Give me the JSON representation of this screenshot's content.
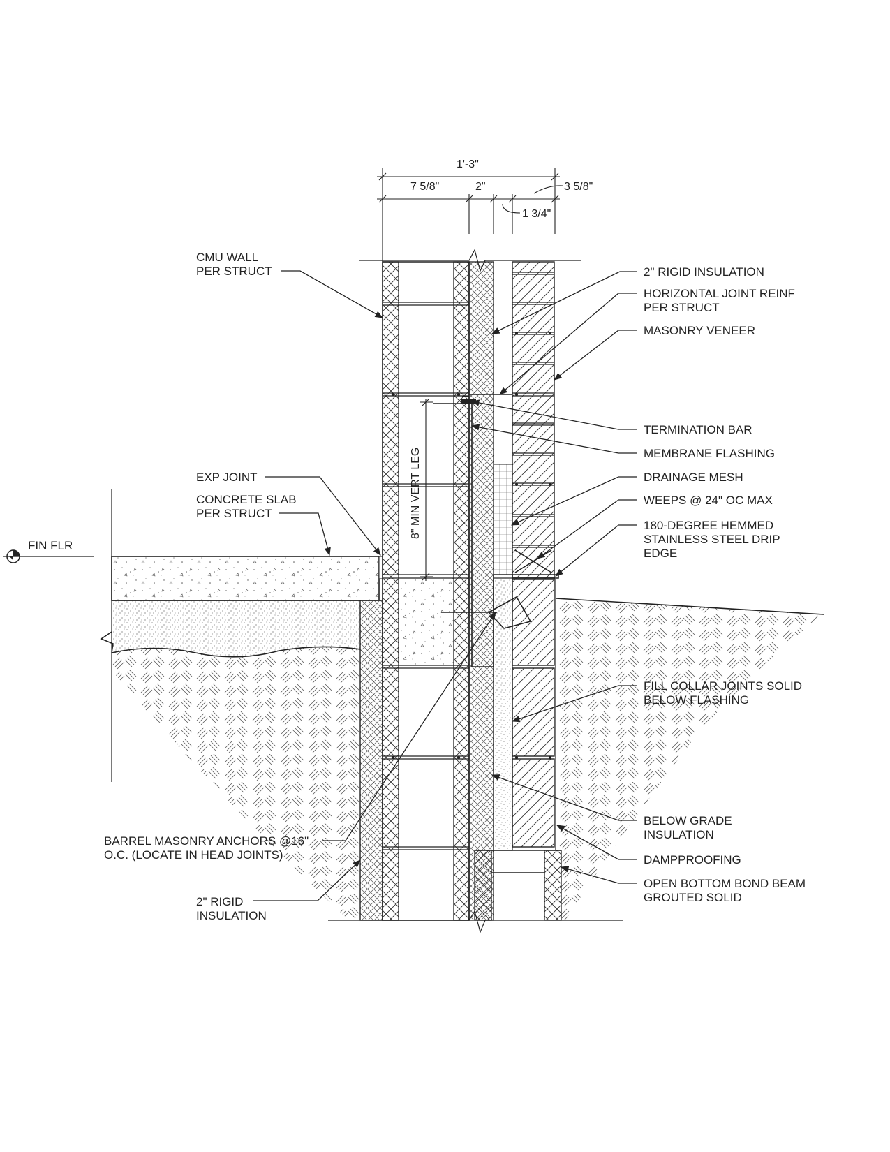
{
  "dimensions": {
    "overall": "1'-3\"",
    "cmu": "7 5/8\"",
    "insulation": "2\"",
    "veneer": "3 5/8\"",
    "airspace": "1 3/4\""
  },
  "vertical_label": "8\" MIN VERT LEG",
  "fin_floor": "FIN FLR",
  "labels_left": {
    "cmu_wall": [
      "CMU WALL",
      "PER STRUCT"
    ],
    "exp_joint": [
      "EXP JOINT"
    ],
    "concrete_slab": [
      "CONCRETE SLAB",
      "PER STRUCT"
    ],
    "barrel_anchors": [
      "BARREL MASONRY ANCHORS @16\"",
      "O.C. (LOCATE IN HEAD JOINTS)"
    ],
    "rigid_insulation_left": [
      "2\" RIGID",
      "INSULATION"
    ]
  },
  "labels_right": {
    "rigid_insulation": [
      "2\" RIGID INSULATION"
    ],
    "joint_reinf": [
      "HORIZONTAL JOINT REINF",
      "PER STRUCT"
    ],
    "masonry_veneer": [
      "MASONRY VENEER"
    ],
    "termination_bar": [
      "TERMINATION BAR"
    ],
    "membrane_flashing": [
      "MEMBRANE FLASHING"
    ],
    "drainage_mesh": [
      "DRAINAGE MESH"
    ],
    "weeps": [
      "WEEPS @ 24\" OC MAX"
    ],
    "drip_edge": [
      "180-DEGREE HEMMED",
      "STAINLESS STEEL DRIP",
      "EDGE"
    ],
    "fill_collar": [
      "FILL COLLAR JOINTS SOLID",
      "BELOW FLASHING"
    ],
    "below_grade_insulation": [
      "BELOW GRADE",
      "INSULATION"
    ],
    "dampproofing": [
      "DAMPPROOFING"
    ],
    "bond_beam": [
      "OPEN BOTTOM BOND BEAM",
      "GROUTED SOLID"
    ]
  }
}
